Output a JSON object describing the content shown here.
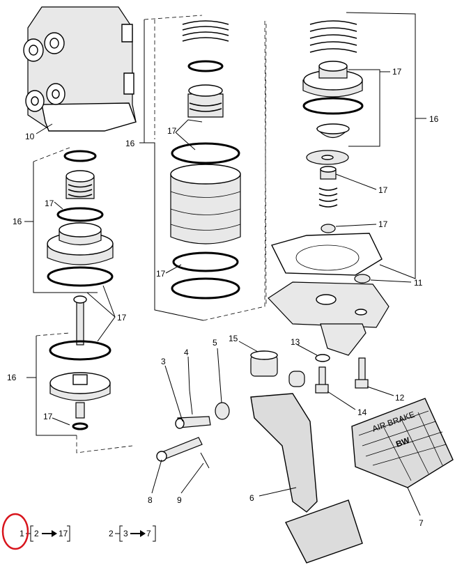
{
  "callouts": {
    "c1": "1",
    "c2": "2",
    "c3": "3",
    "c4": "4",
    "c5": "5",
    "c6": "6",
    "c7": "7",
    "c8": "8",
    "c9": "9",
    "c10": "10",
    "c11": "11",
    "c12": "12",
    "c13": "13",
    "c14": "14",
    "c15": "15",
    "c16_left_upper": "16",
    "c16_left_lower": "16",
    "c16_middle": "16",
    "c16_right": "16",
    "c17_left_a": "17",
    "c17_left_b": "17",
    "c17_left_c": "17",
    "c17_mid_a": "17",
    "c17_mid_b": "17",
    "c17_right_a": "17",
    "c17_right_b": "17",
    "c17_right_c": "17"
  },
  "legend": [
    {
      "parent": "1",
      "from": "2",
      "to": "17"
    },
    {
      "parent": "2",
      "from": "3",
      "to": "7"
    }
  ],
  "pedal_plate_text": {
    "brand": "AIR BRAKE",
    "logo": "BW"
  },
  "highlight_color": "#d8141c"
}
